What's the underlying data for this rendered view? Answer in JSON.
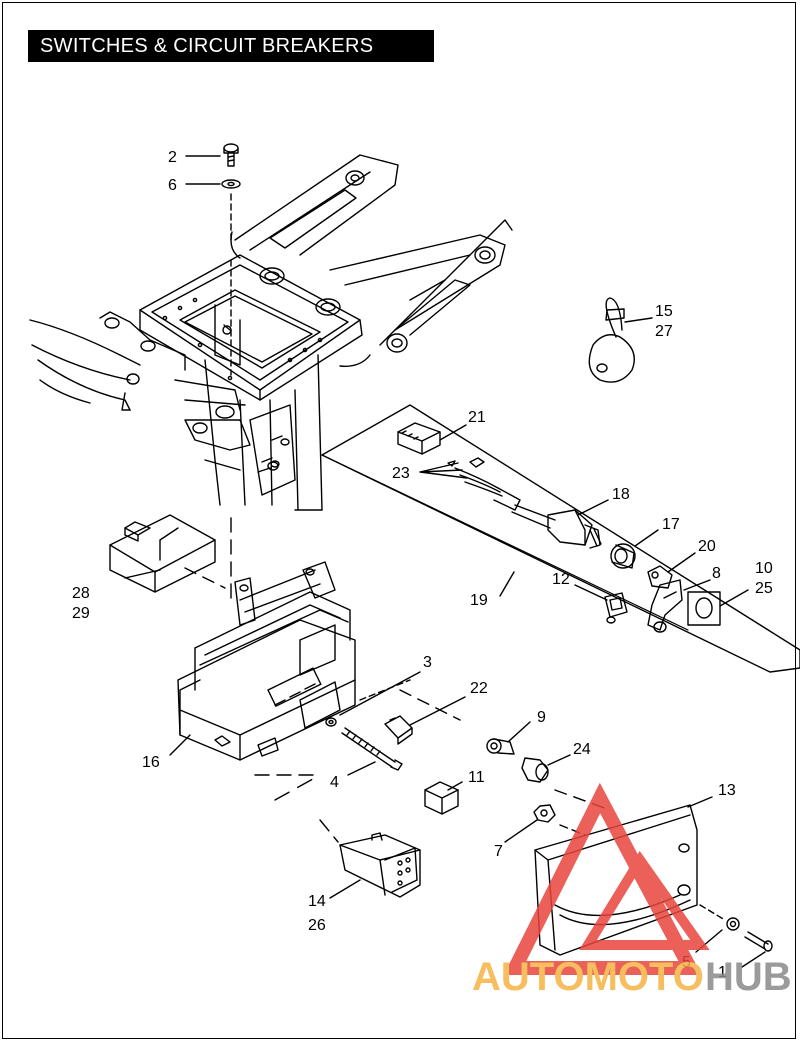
{
  "title": "SWITCHES & CIRCUIT BREAKERS",
  "callouts": [
    {
      "id": "c2",
      "text": "2"
    },
    {
      "id": "c6",
      "text": "6"
    },
    {
      "id": "c15",
      "text": "15"
    },
    {
      "id": "c27",
      "text": "27"
    },
    {
      "id": "c21",
      "text": "21"
    },
    {
      "id": "c23",
      "text": "23"
    },
    {
      "id": "c18",
      "text": "18"
    },
    {
      "id": "c17",
      "text": "17"
    },
    {
      "id": "c20",
      "text": "20"
    },
    {
      "id": "c10",
      "text": "10"
    },
    {
      "id": "c25",
      "text": "25"
    },
    {
      "id": "c12",
      "text": "12"
    },
    {
      "id": "c8",
      "text": "8"
    },
    {
      "id": "c19",
      "text": "19"
    },
    {
      "id": "c28",
      "text": "28"
    },
    {
      "id": "c29",
      "text": "29"
    },
    {
      "id": "c3",
      "text": "3"
    },
    {
      "id": "c22",
      "text": "22"
    },
    {
      "id": "c9",
      "text": "9"
    },
    {
      "id": "c24",
      "text": "24"
    },
    {
      "id": "c16",
      "text": "16"
    },
    {
      "id": "c4",
      "text": "4"
    },
    {
      "id": "c11",
      "text": "11"
    },
    {
      "id": "c13",
      "text": "13"
    },
    {
      "id": "c7",
      "text": "7"
    },
    {
      "id": "c14",
      "text": "14"
    },
    {
      "id": "c26",
      "text": "26"
    },
    {
      "id": "c5",
      "text": "5"
    },
    {
      "id": "c1",
      "text": "1"
    }
  ],
  "watermark": {
    "part1": "AUTOMOTO",
    "part2": "HUB",
    "color1": "#f5b342",
    "color2": "#8a8a8a",
    "triangle_color": "#e8453c"
  }
}
